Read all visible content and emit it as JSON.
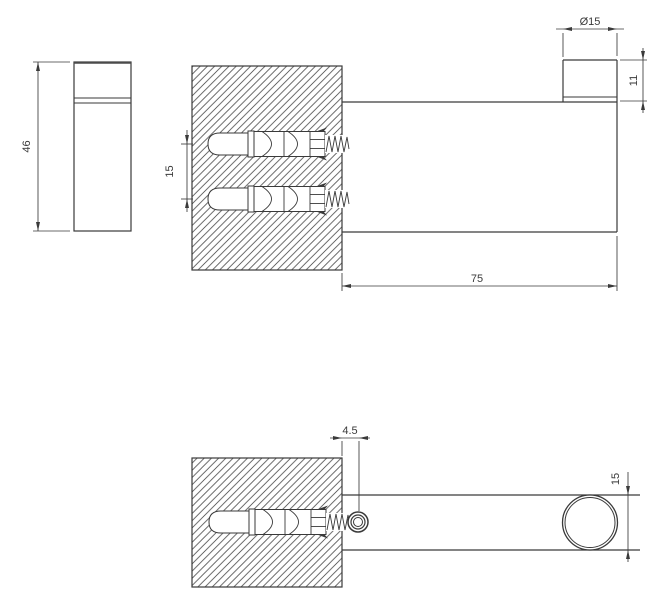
{
  "canvas": {
    "background": "#ffffff",
    "line_color": "#3a3a3a",
    "hatch_color": "#4d4d4d"
  },
  "drawing": {
    "dimensions": {
      "side_height": "46",
      "anchor_spacing": "15",
      "projection_length": "75",
      "peg_diameter": "Ø15",
      "peg_height": "11",
      "screw_offset": "4.5",
      "arm_width": "15"
    }
  }
}
